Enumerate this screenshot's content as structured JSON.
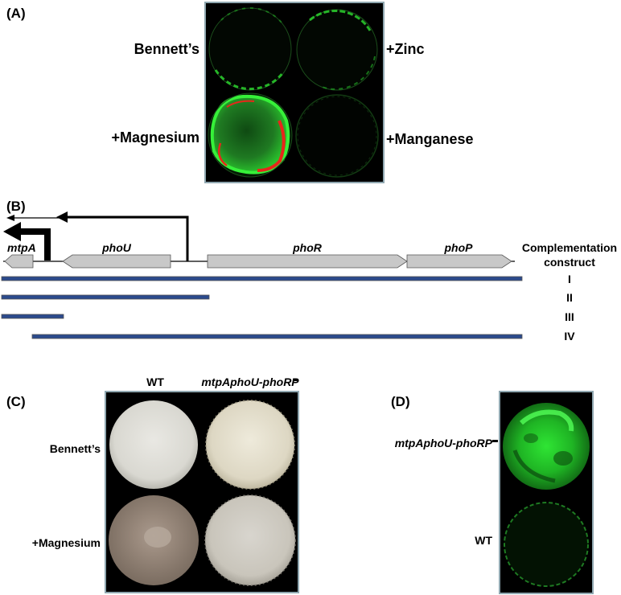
{
  "panels": {
    "a": {
      "label": "(A)",
      "conditions": {
        "top_left": "Bennett’s",
        "top_right": "+Zinc",
        "bottom_left": "+Magnesium",
        "bottom_right": "+Manganese"
      }
    },
    "b": {
      "label": "(B)",
      "genes": [
        "mtpA",
        "phoU",
        "phoR",
        "phoP"
      ],
      "complementation_header": [
        "Complementation",
        "construct"
      ],
      "constructs": [
        "I",
        "II",
        "III",
        "IV"
      ]
    },
    "c": {
      "label": "(C)",
      "col_wt": "WT",
      "col_mutant": "mtpAphoU-phoRP",
      "row_bennetts": "Bennett’s",
      "row_magnesium": "+Magnesium"
    },
    "d": {
      "label": "(D)",
      "mutant": "mtpAphoU-phoRP",
      "wt": "WT"
    }
  },
  "colors": {
    "fluor_green": "#27d62a",
    "fluor_red": "#e8261a",
    "panel_border": "#8fa7b0",
    "gene_fill": "#c8c8c8",
    "construct_bar": "#2b4a8c"
  }
}
